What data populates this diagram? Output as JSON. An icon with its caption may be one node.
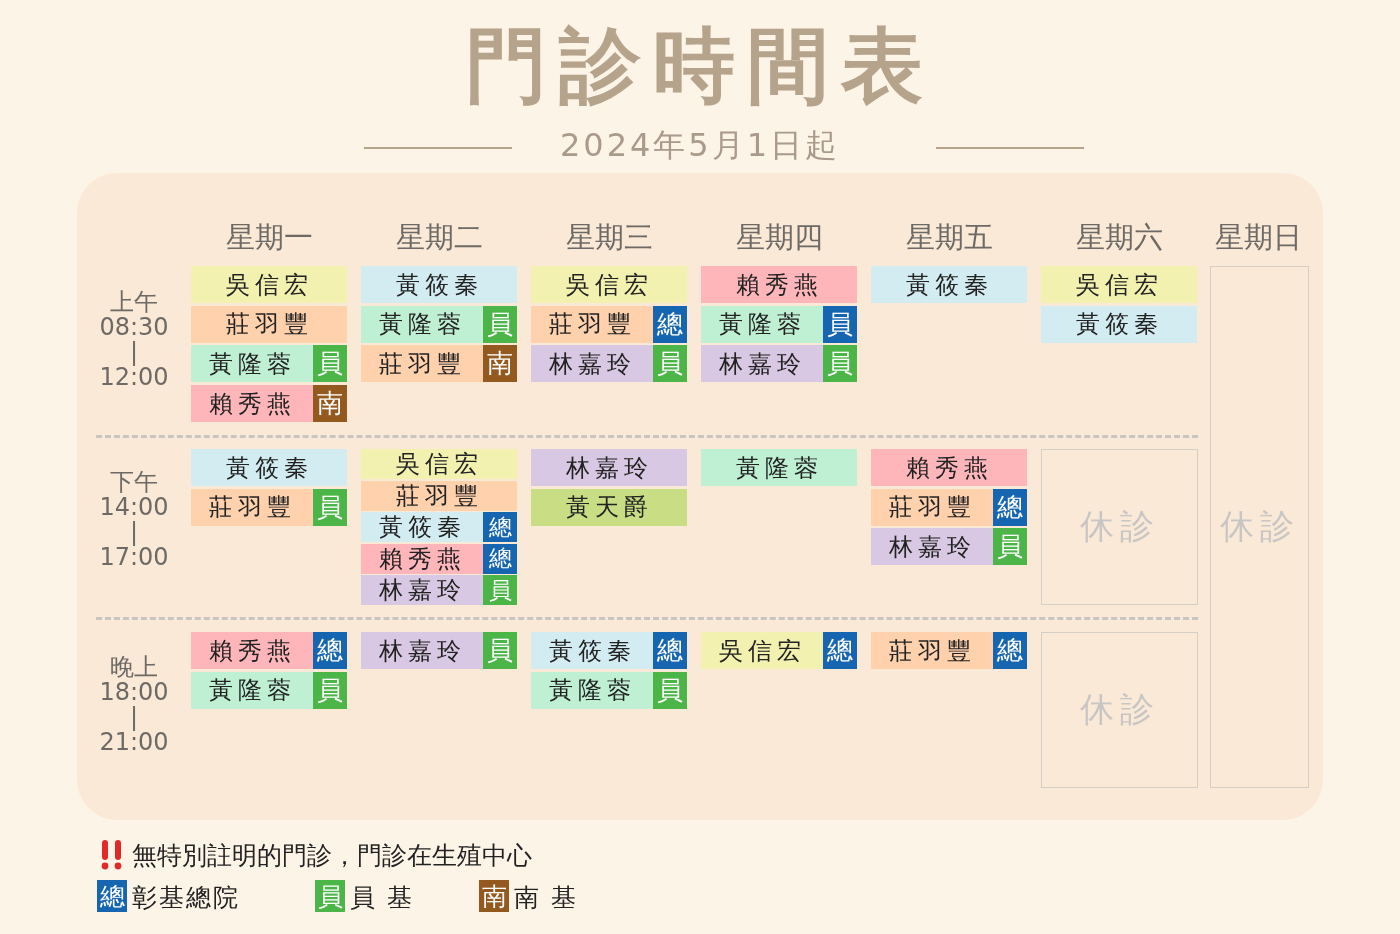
{
  "diagram": {
    "title": "門診時間表",
    "nodes": [
      {
        "text": [
          "吳信宏"
        ]
      },
      {
        "text": [
          "莊羽豐"
        ]
      },
      {
        "text": [
          "黃隆蓉",
          "員"
        ]
      },
      {
        "text": [
          "賴秀燕",
          "南"
        ]
      },
      {
        "text": [
          "黃筱秦"
        ]
      },
      {
        "text": [
          "黃隆蓉",
          "員"
        ]
      },
      {
        "text": [
          "莊羽豐",
          "南"
        ]
      },
      {
        "text": [
          "吳信宏"
        ]
      },
      {
        "text": [
          "莊羽豐",
          "總"
        ]
      },
      {
        "text": [
          "林嘉玲",
          "員"
        ]
      },
      {
        "text": [
          "賴秀燕"
        ]
      },
      {
        "text": [
          "黃隆蓉",
          "員"
        ]
      },
      {
        "text": [
          "林嘉玲",
          "員"
        ]
      },
      {
        "text": [
          "黃筱秦"
        ]
      },
      {
        "text": [
          "吳信宏"
        ]
      },
      {
        "text": [
          "黃筱秦"
        ]
      },
      {
        "text": [
          "休診"
        ]
      },
      {
        "text": [
          "黃筱秦"
        ]
      },
      {
        "text": [
          "莊羽豐",
          "員"
        ]
      },
      {
        "text": [
          "吳信宏"
        ]
      },
      {
        "text": [
          "莊羽豐"
        ]
      },
      {
        "text": [
          "黃筱秦",
          "總"
        ]
      },
      {
        "text": [
          "賴秀燕",
          "總"
        ]
      },
      {
        "text": [
          "林嘉玲",
          "員"
        ]
      },
      {
        "text": [
          "林嘉玲"
        ]
      },
      {
        "text": [
          "黃天爵"
        ]
      },
      {
        "text": [
          "黃隆蓉"
        ]
      },
      {
        "text": [
          "賴秀燕"
        ]
      },
      {
        "text": [
          "莊羽豐",
          "總"
        ]
      },
      {
        "text": [
          "林嘉玲",
          "員"
        ]
      },
      {
        "text": [
          "休診"
        ]
      },
      {
        "text": [
          "賴秀燕",
          "總"
        ]
      },
      {
        "text": [
          "黃隆蓉",
          "員"
        ]
      },
      {
        "text": [
          "林嘉玲",
          "員"
        ]
      },
      {
        "text": [
          "黃筱秦",
          "總"
        ]
      },
      {
        "text": [
          "黃隆蓉",
          "員"
        ]
      },
      {
        "text": [
          "吳信宏",
          "總"
        ]
      },
      {
        "text": [
          "莊羽豐",
          "總"
        ]
      },
      {
        "text": [
          "休診"
        ]
      },
      {
        "text": [
          "總"
        ],
        "beside": [
          "彰基總院"
        ]
      },
      {
        "text": [
          "員"
        ],
        "beside": [
          "員 基"
        ]
      },
      {
        "text": [
          "南"
        ],
        "beside": [
          "南 基"
        ]
      }
    ],
    "labels": [
      "2024年5月1日起",
      "星期一",
      "星期二",
      "星期三",
      "星期四",
      "星期五",
      "星期六",
      "星期日",
      "上午 08:30 | 12:00",
      "下午 14:00 | 17:00",
      "晚上 18:00 | 21:00",
      "無特別註明的門診，門診在生殖中心"
    ]
  }
}
